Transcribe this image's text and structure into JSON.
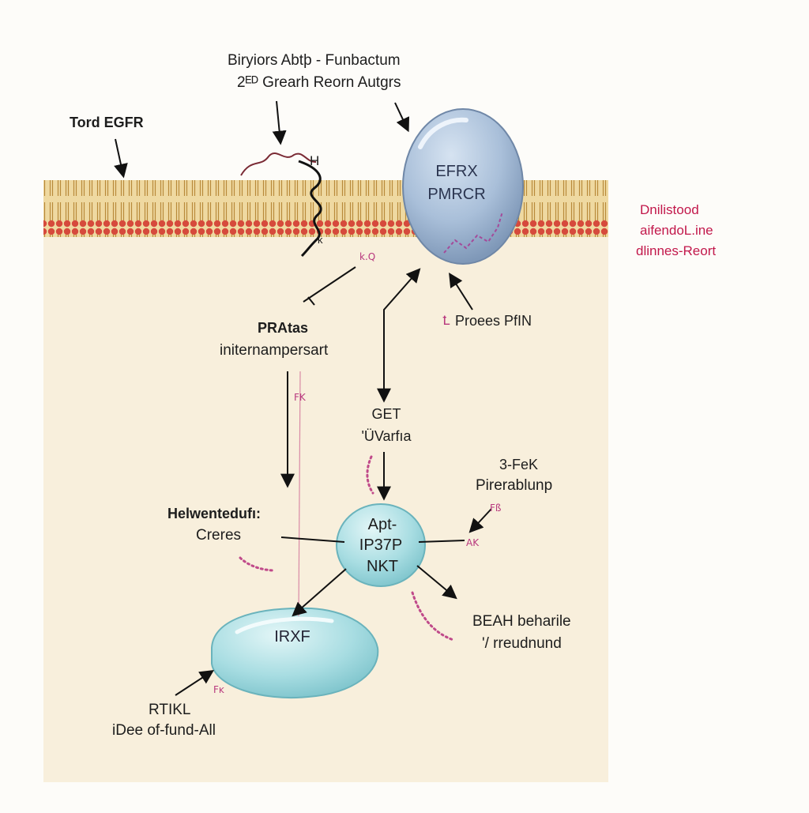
{
  "labels": {
    "top_title_line1": "Biryiors Abtþ - Funbactum",
    "top_title_line2": "2ᴱᴰ Grearh Reorn Autgrs",
    "tord_egfr": "Tord EGFR",
    "h_mark": "H",
    "k_mark": "k",
    "receptor_line1": "EFRX",
    "receptor_line2": "PMRCR",
    "side_note_line1": "Dnilistood",
    "side_note_line2": "aifendoL.ine",
    "side_note_line3": "dlinnes-Reort",
    "small_mark_1": "k.Q",
    "proees_pfin": "Proees PfIN",
    "proees_prefix": "Ꝉ",
    "pratas_line1": "PRAtas",
    "pratas_line2": "initernampersart",
    "small_mark_2": "FK",
    "get_line1": "GET",
    "get_line2": "'ÜVarfıa",
    "fek_line1": "3-FeK",
    "fek_line2": "Pirerablunp",
    "small_mark_3": "Fß",
    "helwent_line1": "Helwentedufı:",
    "helwent_line2": "Creres",
    "akt_line1": "Apt-",
    "akt_line2": "IP37P",
    "akt_line3": "NKT",
    "small_mark_4": "AK",
    "beah_line1": "BEAH beharile",
    "beah_line2": "'/ rreudnund",
    "irxf": "IRXF",
    "small_mark_5": "Fĸ",
    "rtikl_line1": "RTIKL",
    "rtikl_line2": "iDee of-fund-All"
  },
  "colors": {
    "membrane_head": "#d64a3c",
    "membrane_tail": "#e3c27a",
    "membrane_bg": "#efd9a1",
    "cytoplasm": "#f8efdc",
    "receptor_fill": "#a9bfd9",
    "node_fill": "#a8dde2",
    "side_note": "#c2184b",
    "pink_marks": "#c04a8a",
    "arrow": "#111111"
  }
}
